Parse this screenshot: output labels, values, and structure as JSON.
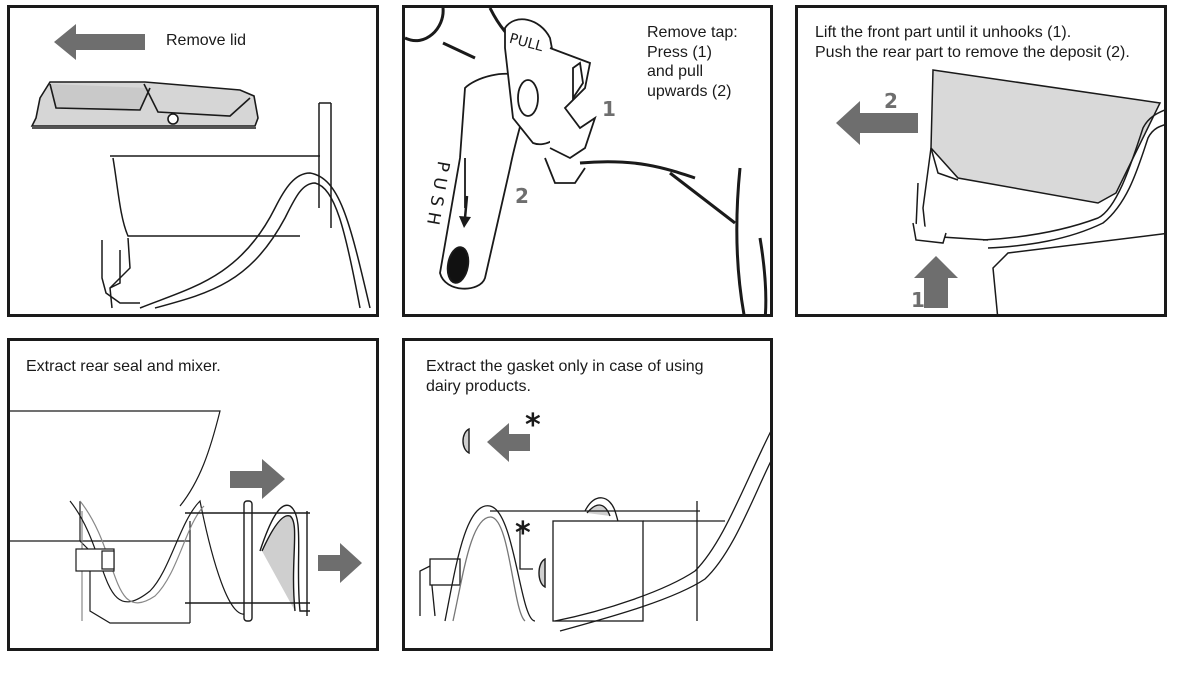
{
  "panels": {
    "lid": {
      "caption": "Remove lid"
    },
    "tap": {
      "caption_lines": [
        "Remove tap:",
        "Press (1)",
        "and pull",
        "upwards (2)"
      ],
      "pull_text": "PULL",
      "push_text": "PUSH",
      "step1": "1",
      "step2": "2"
    },
    "deposit": {
      "caption_lines": [
        "Lift the front part until it unhooks (1).",
        "Push the rear part to remove the deposit (2)."
      ],
      "step1": "1",
      "step2": "2"
    },
    "seal": {
      "caption": "Extract rear seal and mixer."
    },
    "gasket": {
      "caption_lines": [
        "Extract the gasket only in case of using",
        "dairy products."
      ],
      "star1": "*",
      "star2": "*"
    }
  },
  "colors": {
    "frame": "#1a1a1a",
    "arrow": "#6e6e6e",
    "fill_light": "#d9d9d9",
    "fill_mid": "#bdbdbd"
  }
}
